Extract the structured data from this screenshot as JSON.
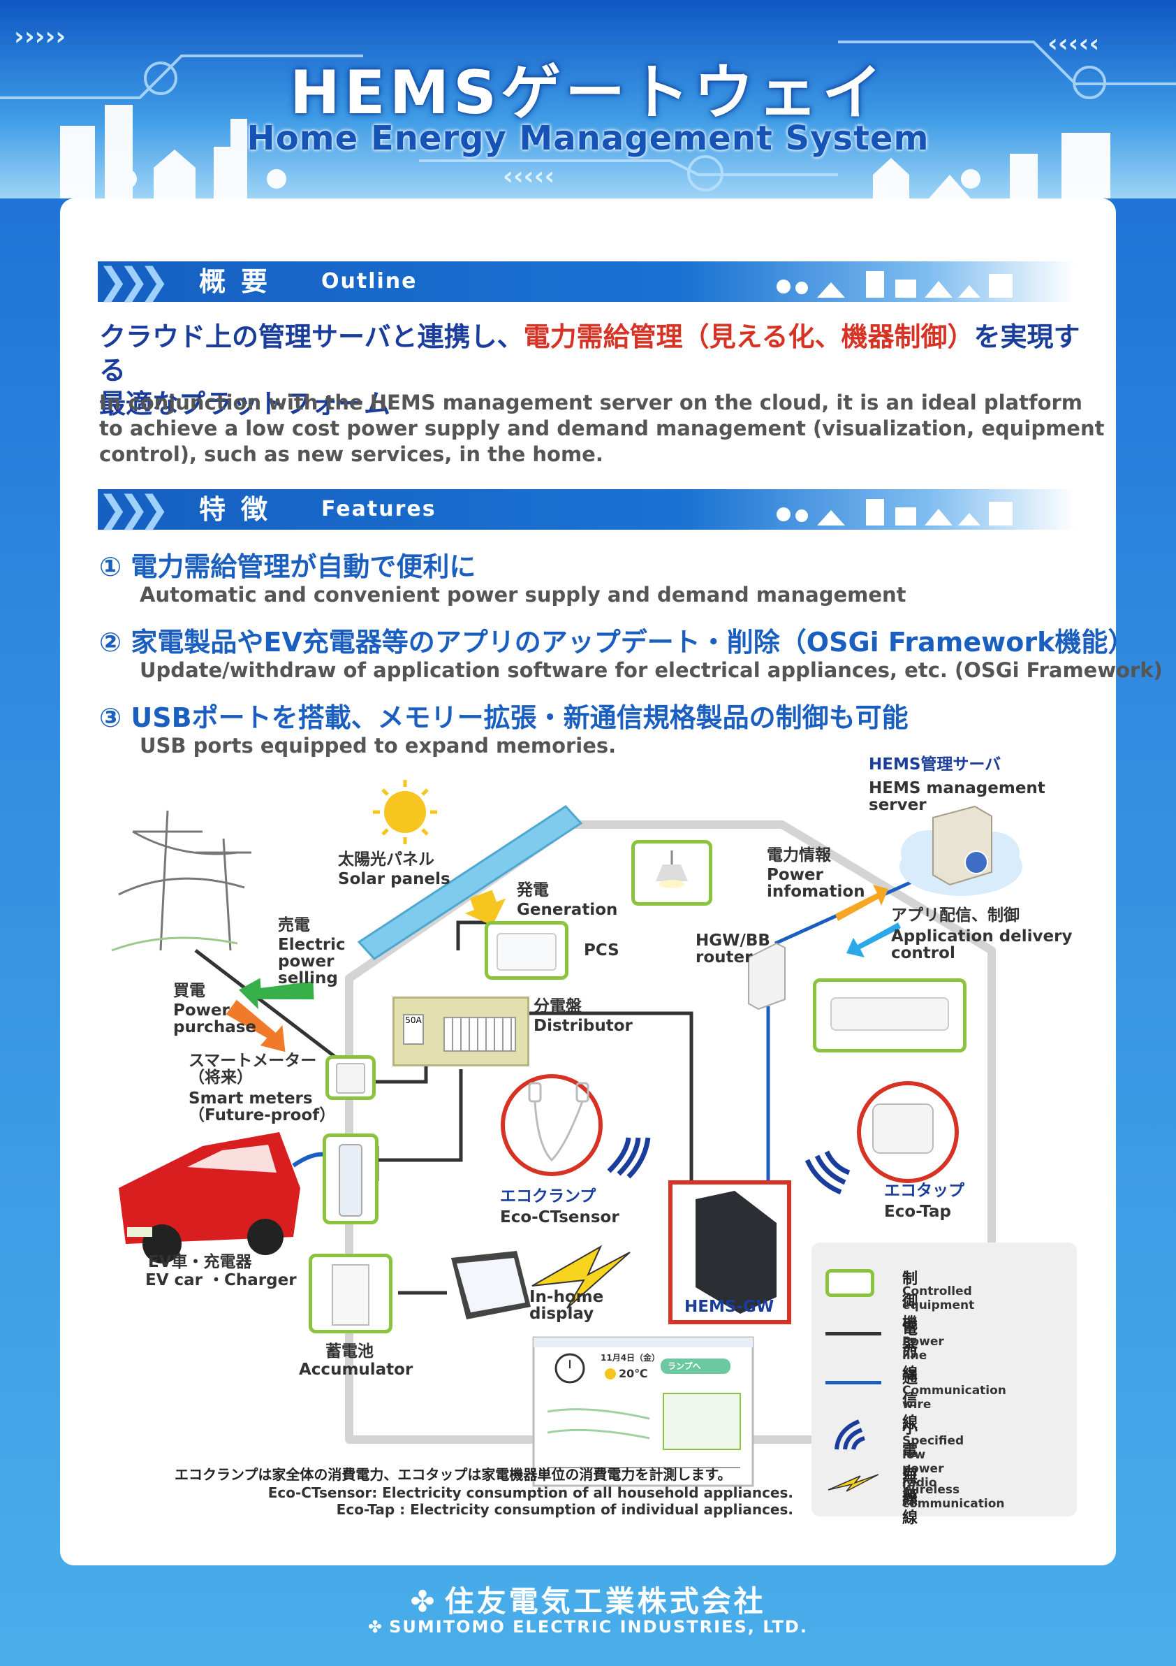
{
  "header": {
    "title_jp": "HEMSゲートウェイ",
    "title_en": "Home Energy Management System"
  },
  "outline": {
    "heading_jp": "概要",
    "heading_en": "Outline",
    "lead_part1": "クラウド上の管理サーバと連携し、",
    "lead_red": "電力需給管理（見える化、機器制御）",
    "lead_part2": "を実現する",
    "lead_line2": "最適なプラットフォーム",
    "paragraph": "In conjunction with the HEMS management server on the cloud, it is an ideal platform to achieve a low cost power supply and demand management (visualization, equipment control), such as new services, in the home."
  },
  "features": {
    "heading_jp": "特徴",
    "heading_en": "Features",
    "items": [
      {
        "jp": "① 電力需給管理が自動で便利に",
        "en": "Automatic and convenient power supply and demand management"
      },
      {
        "jp": "② 家電製品やEV充電器等のアプリのアップデート・削除（OSGi Framework機能）",
        "en": "Update/withdraw of application software for electrical appliances, etc. (OSGi Framework)"
      },
      {
        "jp": "③ USBポートを搭載、メモリー拡張・新通信規格製品の制御も可能",
        "en": "USB ports equipped to expand memories."
      }
    ]
  },
  "diagram": {
    "server_jp": "HEMS管理サーバ",
    "server_en_1": "HEMS management",
    "server_en_2": "server",
    "solar_jp": "太陽光パネル",
    "solar_en": "Solar panels",
    "generation_jp": "発電",
    "generation_en": "Generation",
    "pcs": "PCS",
    "power_info_jp": "電力情報",
    "power_info_en_1": "Power",
    "power_info_en_2": "infomation",
    "app_jp": "アプリ配信、制御",
    "app_en_1": "Application delivery",
    "app_en_2": "control",
    "hgw_1": "HGW/BB",
    "hgw_2": "router",
    "selling_jp": "売電",
    "selling_en_1": "Electric",
    "selling_en_2": "power",
    "selling_en_3": "selling",
    "purchase_jp": "買電",
    "purchase_en_1": "Power",
    "purchase_en_2": "purchase",
    "distributor_jp": "分電盤",
    "distributor_en": "Distributor",
    "meter_jp_1": "スマートメーター",
    "meter_jp_2": "（将来）",
    "meter_en_1": "Smart meters",
    "meter_en_2": "（Future-proof）",
    "ecoclamp_jp": "エコクランプ",
    "ecoclamp_en": "Eco-CTsensor",
    "ecotap_jp": "エコタップ",
    "ecotap_en": "Eco-Tap",
    "ev_jp": "EV車・充電器",
    "ev_en": "EV car ・Charger",
    "accumulator_jp": "蓄電池",
    "accumulator_en": "Accumulator",
    "display_en_1": "In-home",
    "display_en_2": "display",
    "hemsgw": "HEMS-GW",
    "breaker_label": "50A",
    "screen_date": "11月4日（金）",
    "screen_temp": "20℃",
    "screen_button": "ランプへ"
  },
  "legend": {
    "items": [
      {
        "jp": "制御機器",
        "en": "Controlled equipment"
      },
      {
        "jp": "電力線",
        "en": "Power line"
      },
      {
        "jp": "通信線",
        "en": "Communication wire"
      },
      {
        "jp": "小電力無線",
        "en": "Specified low power radio"
      },
      {
        "jp": "無線",
        "en": "Wireless communication"
      }
    ]
  },
  "footnote": {
    "jp": "エコクランプは家全体の消費電力、エコタップは家電機器単位の消費電力を計測します。",
    "en_1": "Eco-CTsensor: Electricity consumption of all household appliances.",
    "en_2": "Eco-Tap : Electricity consumption of individual appliances."
  },
  "company": {
    "jp": "住友電気工業株式会社",
    "en": "SUMITOMO ELECTRIC INDUSTRIES, LTD."
  },
  "colors": {
    "background_top": "#1a6ad1",
    "background_bottom": "#4aaeea",
    "accent_blue": "#1a5fbf",
    "accent_red": "#d63325",
    "equipment_green": "#8ac43f",
    "power_line": "#333333",
    "comm_line": "#1a5fbf"
  }
}
